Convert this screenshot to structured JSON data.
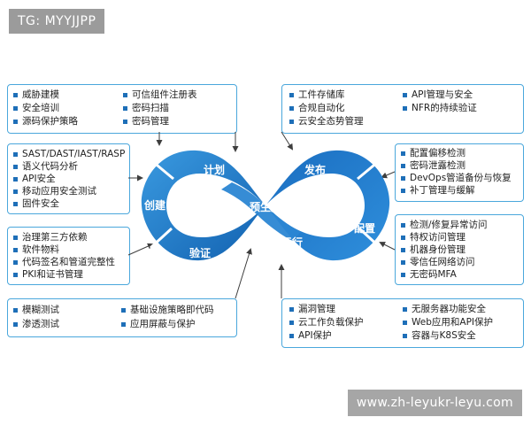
{
  "tag": "TG: MYYJJPP",
  "watermark": "www.zh-leyukr-leyu.com",
  "stages": {
    "plan": "计划",
    "create": "创建",
    "verify": "验证",
    "preprod": "预生产",
    "release": "发布",
    "configure": "配置",
    "operate": "运行"
  },
  "boxes": {
    "plan": [
      "威胁建模",
      "安全培训",
      "源码保护策略",
      "可信组件注册表",
      "密码扫描",
      "密码管理"
    ],
    "create": [
      "SAST/DAST/IAST/RASP",
      "语义代码分析",
      "API安全",
      "移动应用安全测试",
      "固件安全"
    ],
    "verify": [
      "治理第三方依赖",
      "软件物料",
      "代码签名和管道完整性",
      "PKI和证书管理"
    ],
    "preprod": [
      "模糊测试",
      "渗透测试",
      "基础设施策略即代码",
      "应用屏蔽与保护"
    ],
    "release": [
      "工件存储库",
      "合规自动化",
      "云安全态势管理",
      "API管理与安全",
      "NFR的持续验证"
    ],
    "configure": [
      "配置偏移检测",
      "密码泄露检测",
      "DevOps管道备份与恢复",
      "补丁管理与缓解"
    ],
    "detect": [
      "检测/修复异常访问",
      "特权访问管理",
      "机器身份管理",
      "零信任网络访问",
      "无密码MFA"
    ],
    "operate": [
      "漏洞管理",
      "云工作负载保护",
      "API保护",
      "无服务器功能安全",
      "Web应用和API保护",
      "容器与K8S安全"
    ]
  },
  "colors": {
    "accent": "#1e78c8",
    "border": "#4aa7dc",
    "arrow": "#3e3e3e"
  }
}
